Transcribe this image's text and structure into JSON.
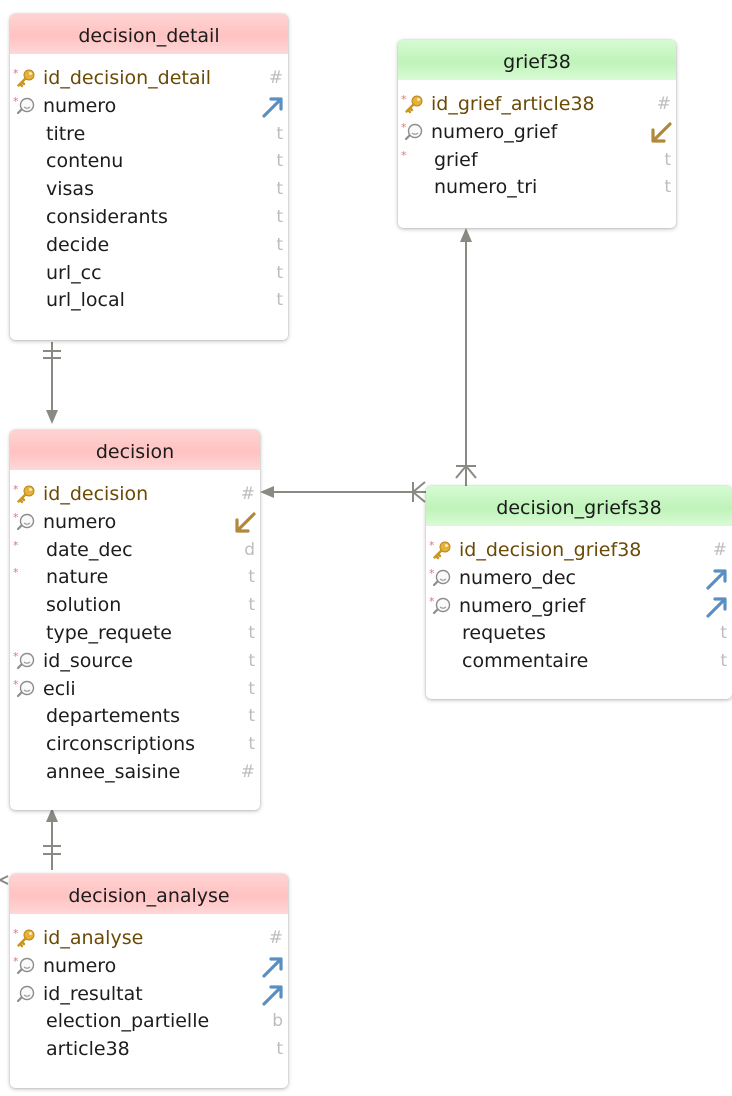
{
  "colors": {
    "header_red": "#ffc2c2",
    "header_green": "#bff3b9",
    "connector": "#8a8a84",
    "key_icon": "#e0a92c",
    "fk_out_arrow": "#5b8fc1",
    "fk_in_arrow": "#b08a3a",
    "pk_text": "#6a4a05",
    "type_text": "#bdbdbd",
    "required_mark": "#e07474"
  },
  "tables": {
    "decision_detail": {
      "title": "decision_detail",
      "header_color": "red",
      "fields": [
        {
          "name": "id_decision_detail",
          "type": "#",
          "icon": "key-icon",
          "required": true,
          "primary": true
        },
        {
          "name": "numero",
          "type": "",
          "icon": "index-icon",
          "required": true,
          "relation": "outgoing-arrow-icon"
        },
        {
          "name": "titre",
          "type": "t"
        },
        {
          "name": "contenu",
          "type": "t"
        },
        {
          "name": "visas",
          "type": "t"
        },
        {
          "name": "considerants",
          "type": "t"
        },
        {
          "name": "decide",
          "type": "t"
        },
        {
          "name": "url_cc",
          "type": "t"
        },
        {
          "name": "url_local",
          "type": "t"
        }
      ]
    },
    "grief38": {
      "title": "grief38",
      "header_color": "green",
      "fields": [
        {
          "name": "id_grief_article38",
          "type": "#",
          "icon": "key-icon",
          "required": true,
          "primary": true
        },
        {
          "name": "numero_grief",
          "type": "",
          "icon": "index-icon",
          "required": true,
          "relation": "incoming-arrow-icon"
        },
        {
          "name": "grief",
          "type": "t",
          "required": true
        },
        {
          "name": "numero_tri",
          "type": "t"
        }
      ]
    },
    "decision": {
      "title": "decision",
      "header_color": "red",
      "fields": [
        {
          "name": "id_decision",
          "type": "#",
          "icon": "key-icon",
          "required": true,
          "primary": true
        },
        {
          "name": "numero",
          "type": "",
          "icon": "index-icon",
          "required": true,
          "relation": "incoming-arrow-icon"
        },
        {
          "name": "date_dec",
          "type": "d",
          "required": true
        },
        {
          "name": "nature",
          "type": "t",
          "required": true
        },
        {
          "name": "solution",
          "type": "t"
        },
        {
          "name": "type_requete",
          "type": "t"
        },
        {
          "name": "id_source",
          "type": "t",
          "icon": "index-icon",
          "required": true
        },
        {
          "name": "ecli",
          "type": "t",
          "icon": "index-icon",
          "required": true
        },
        {
          "name": "departements",
          "type": "t"
        },
        {
          "name": "circonscriptions",
          "type": "t"
        },
        {
          "name": "annee_saisine",
          "type": "#"
        }
      ]
    },
    "decision_griefs38": {
      "title": "decision_griefs38",
      "header_color": "green",
      "fields": [
        {
          "name": "id_decision_grief38",
          "type": "#",
          "icon": "key-icon",
          "required": true,
          "primary": true
        },
        {
          "name": "numero_dec",
          "type": "",
          "icon": "index-icon",
          "required": true,
          "relation": "outgoing-arrow-icon"
        },
        {
          "name": "numero_grief",
          "type": "",
          "icon": "index-icon",
          "required": true,
          "relation": "outgoing-arrow-icon"
        },
        {
          "name": "requetes",
          "type": "t"
        },
        {
          "name": "commentaire",
          "type": "t"
        }
      ]
    },
    "decision_analyse": {
      "title": "decision_analyse",
      "header_color": "red",
      "fields": [
        {
          "name": "id_analyse",
          "type": "#",
          "icon": "key-icon",
          "required": true,
          "primary": true
        },
        {
          "name": "numero",
          "type": "",
          "icon": "index-icon",
          "required": true,
          "relation": "outgoing-arrow-icon"
        },
        {
          "name": "id_resultat",
          "type": "",
          "icon": "index-icon",
          "relation": "outgoing-arrow-icon"
        },
        {
          "name": "election_partielle",
          "type": "b"
        },
        {
          "name": "article38",
          "type": "t"
        }
      ]
    }
  }
}
